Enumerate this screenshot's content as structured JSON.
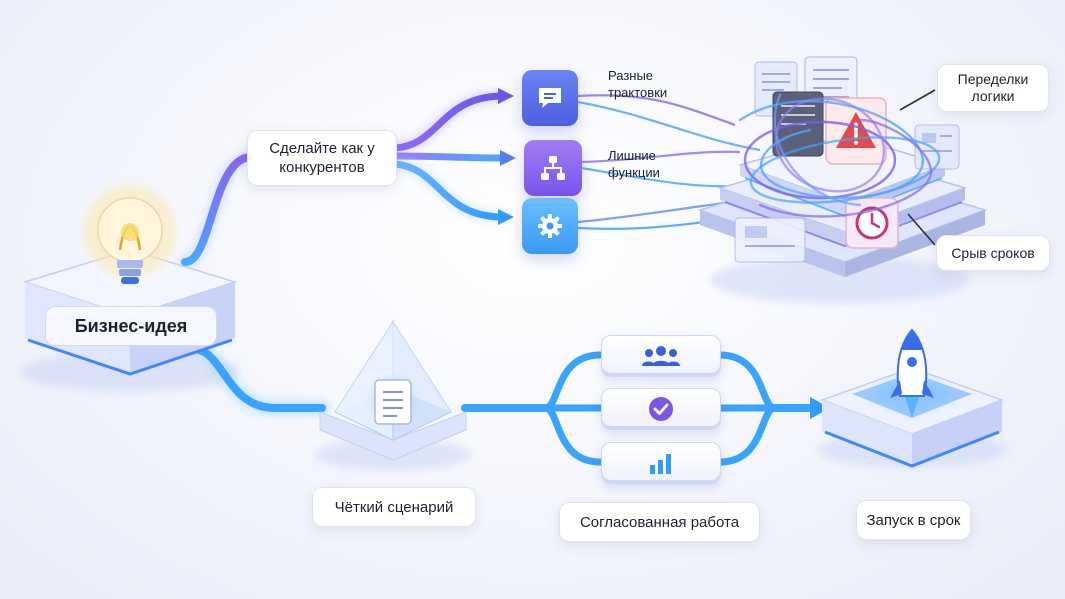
{
  "start": {
    "label": "Бизнес-идея"
  },
  "problem_path": {
    "request_label": "Сделайте как у конкурентов",
    "branch_labels": [
      "Разные трактовки",
      "Лишние функции"
    ],
    "outcome_labels": [
      "Переделки логики",
      "Срыв сроков"
    ]
  },
  "success_path": {
    "scenario_label": "Чёткий сценарий",
    "work_label": "Согласованная работа",
    "launch_label": "Запуск в срок"
  },
  "icons": {
    "start": "lightbulb-icon",
    "branches": [
      "chat-icon",
      "flowchart-icon",
      "gear-icon"
    ],
    "tangle": [
      "warning-icon",
      "clock-icon",
      "document-icon"
    ],
    "scenario": "document-icon",
    "work_steps": [
      "team-icon",
      "check-circle-icon",
      "bar-chart-icon"
    ],
    "launch": "rocket-icon"
  },
  "colors": {
    "accent_blue": "#3aa6ff",
    "accent_purple": "#7d5cf0",
    "warning_red": "#e5484d"
  }
}
